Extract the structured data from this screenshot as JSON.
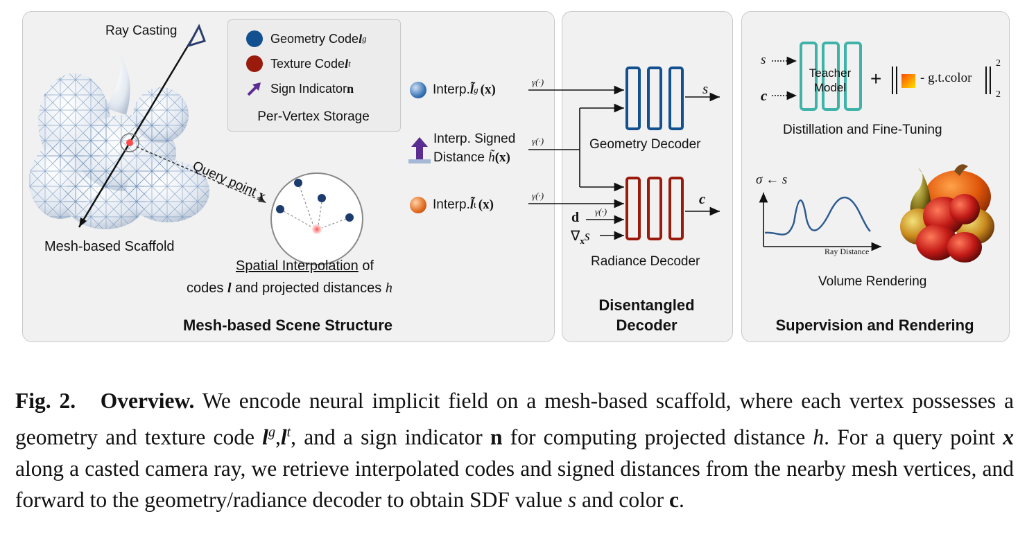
{
  "panels": {
    "scene": {
      "title": "Mesh-based Scene Structure",
      "ray_label": "Ray Casting",
      "scaffold_label": "Mesh-based Scaffold",
      "query_label": "Query point",
      "query_var": "x",
      "interp_title": "Spatial Interpolation",
      "interp_of": " of",
      "interp_line2_a": "codes ",
      "interp_line2_var": "l",
      "interp_line2_b": "  and projected distances ",
      "interp_line2_h": "h",
      "legend": {
        "geometry_label": "Geometry Code ",
        "geometry_sym": "l",
        "geometry_sup": "g",
        "texture_label": "Texture Code ",
        "texture_sym": "l",
        "texture_sup": "t",
        "sign_label": "Sign Indicator ",
        "sign_sym": "n",
        "footer": "Per-Vertex Storage"
      }
    },
    "decoder": {
      "title_line1": "Disentangled",
      "title_line2": "Decoder",
      "interp_g_label": "Interp. ",
      "interp_g_sym": "l̃",
      "interp_g_sup": "g",
      "interp_g_arg": "(x)",
      "interp_sd_line1": "Interp. Signed",
      "interp_sd_line2": "Distance ",
      "interp_sd_sym": "h̃",
      "interp_sd_arg": "(x)",
      "interp_t_label": "Interp. ",
      "interp_t_sym": "l̃",
      "interp_t_sup": "t",
      "interp_t_arg": "(x)",
      "gamma": "γ(·)",
      "geometry_decoder": "Geometry Decoder",
      "radiance_decoder": "Radiance Decoder",
      "out_s": "s",
      "out_c": "c",
      "in_d": "d",
      "in_grad": "∇",
      "in_grad_sub": "x",
      "in_grad_s": "s"
    },
    "supervision": {
      "title": "Supervision and Rendering",
      "teacher_line1": "Teacher",
      "teacher_line2": "Model",
      "in_s": "s",
      "in_c": "c",
      "plus": "+",
      "norm_text": "- g.t.color",
      "norm_sup": "2",
      "norm_sub": "2",
      "distill_label": "Distillation and Fine-Tuning",
      "sigma_label": "σ ← s",
      "ray_distance": "Ray Distance",
      "volume_label": "Volume Rendering"
    }
  },
  "caption": {
    "fig": "Fig. 2.",
    "heading": "Overview.",
    "t1": " We encode neural implicit field on a mesh-based scaffold, where each vertex possesses a geometry and texture code ",
    "lg": "l",
    "lg_sup": "g",
    "comma": ",",
    "lt": "l",
    "lt_sup": "t",
    "t2": ", and a sign indicator ",
    "n": "n",
    "t3": " for computing projected distance ",
    "h": "h",
    "t4": ". For a query point ",
    "x": "x",
    "t5": " along a casted camera ray, we retrieve interpolated codes and signed distances from the nearby mesh vertices, and forward to the geometry/radiance decoder to obtain SDF value ",
    "s": "s",
    "t6": " and color ",
    "c": "c",
    "t7": "."
  },
  "colors": {
    "geometry": "#12508f",
    "texture": "#9a1a0c",
    "teacher": "#3fb3a8",
    "sign": "#5b2c91"
  }
}
